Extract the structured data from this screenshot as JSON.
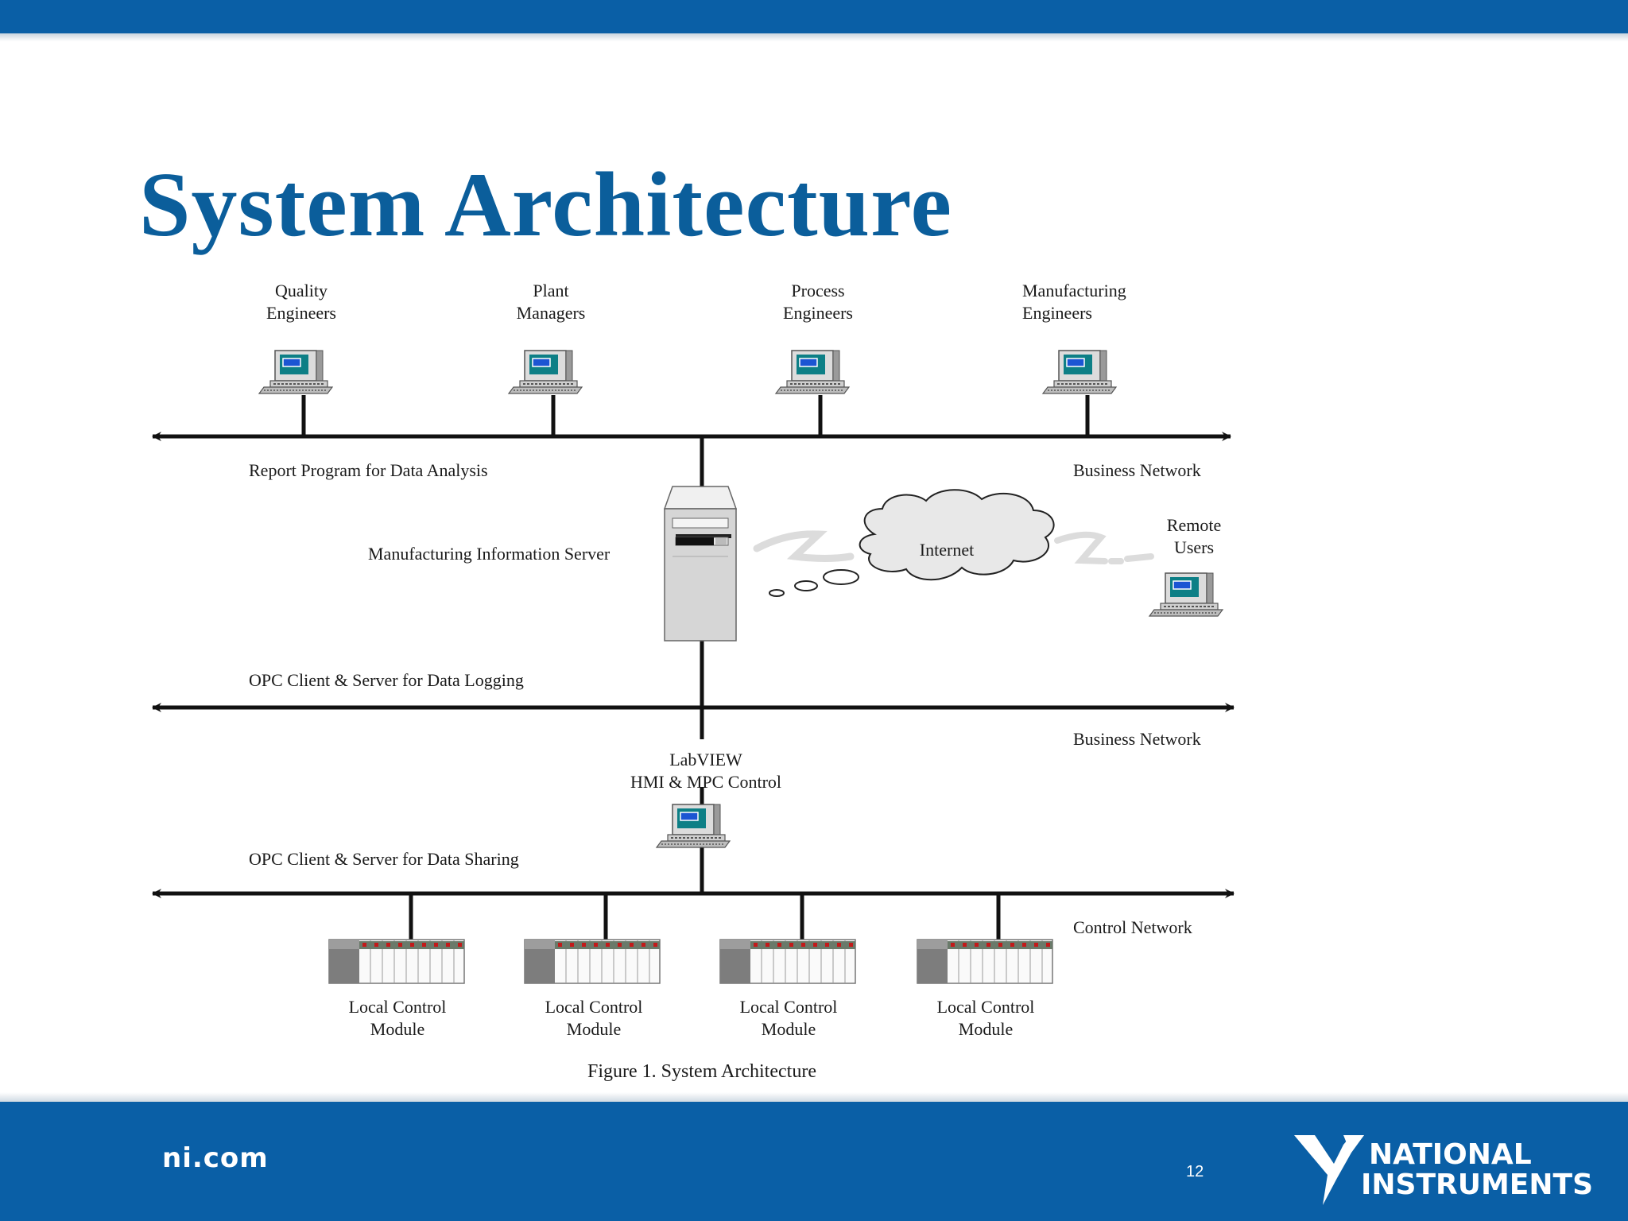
{
  "slide": {
    "title": "System Architecture",
    "footer_site": "ni.com",
    "page_number": "12",
    "logo_text": [
      "NATIONAL",
      "INSTRUMENTS"
    ],
    "colors": {
      "band": "#0a5fa6",
      "title": "#0b5e9b"
    }
  },
  "diagram": {
    "users": [
      {
        "line1": "Quality",
        "line2": "Engineers"
      },
      {
        "line1": "Plant",
        "line2": "Managers"
      },
      {
        "line1": "Process",
        "line2": "Engineers"
      },
      {
        "line1": "Manufacturing",
        "line2": "Engineers"
      }
    ],
    "report_label": "Report Program for Data Analysis",
    "business_network_1": "Business Network",
    "server_label": "Manufacturing Information  Server",
    "internet_label": "Internet",
    "remote_users": {
      "line1": "Remote",
      "line2": "Users"
    },
    "logging_label": "OPC Client & Server for Data Logging",
    "business_network_2": "Business Network",
    "hmi": {
      "line1": "LabVIEW",
      "line2": "HMI  & MPC Control"
    },
    "sharing_label": "OPC Client & Server for Data Sharing",
    "control_network": "Control Network",
    "modules": [
      {
        "line1": "Local Control",
        "line2": "Module"
      },
      {
        "line1": "Local Control",
        "line2": "Module"
      },
      {
        "line1": "Local Control",
        "line2": "Module"
      },
      {
        "line1": "Local Control",
        "line2": "Module"
      }
    ],
    "caption": "Figure 1. System Architecture"
  }
}
